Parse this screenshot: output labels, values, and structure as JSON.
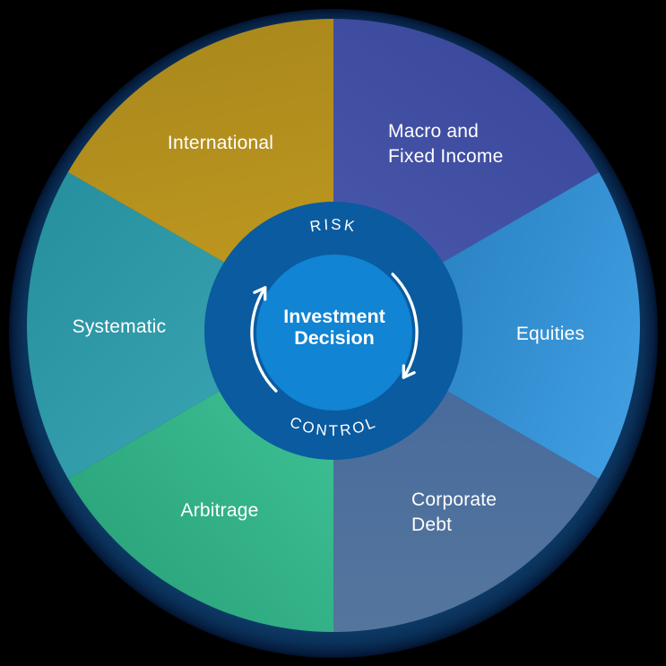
{
  "diagram": {
    "center": {
      "title_line1": "Investment",
      "title_line2": "Decision",
      "ring_top_label": "RISK",
      "ring_bottom_label": "CONTROL"
    },
    "segments": [
      {
        "id": "macro-fixed-income",
        "label": "Macro and Fixed Income",
        "line1": "Macro and",
        "line2": "Fixed Income",
        "color": "#3e4da0"
      },
      {
        "id": "equities",
        "label": "Equities",
        "line1": "Equities",
        "color": "#2e8ecb"
      },
      {
        "id": "corporate-debt",
        "label": "Corporate Debt",
        "line1": "Corporate",
        "line2": "Debt",
        "color": "#4a6fa3"
      },
      {
        "id": "arbitrage",
        "label": "Arbitrage",
        "line1": "Arbitrage",
        "color": "#35b88c"
      },
      {
        "id": "systematic",
        "label": "Systematic",
        "line1": "Systematic",
        "color": "#2f98a9"
      },
      {
        "id": "international",
        "label": "International",
        "line1": "International",
        "color": "#b18e1e"
      }
    ],
    "colors": {
      "background": "#000000",
      "outer_ring": "#0d3a66",
      "risk_control_ring": "#0a5ba0",
      "center_circle": "#1184d3",
      "label_text": "#ffffff"
    }
  }
}
